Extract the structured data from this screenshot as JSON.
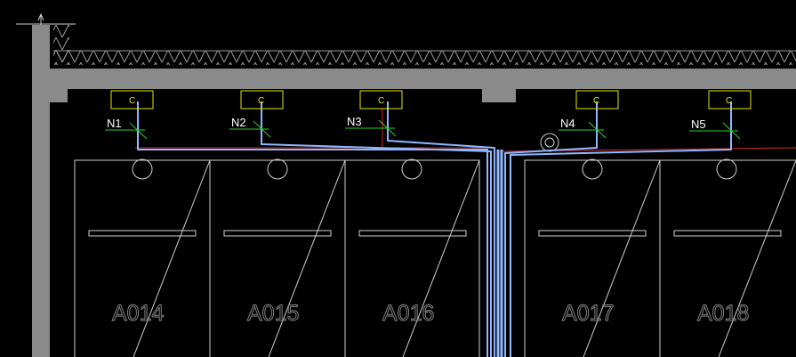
{
  "drawing": {
    "colors": {
      "background": "#000000",
      "wall": "#8a8a8a",
      "wiring": "#8fb8ff",
      "fixture": "#e6e600",
      "leader_green": "#2bd12b",
      "red_line": "#d42a2a",
      "linework": "#d0d0d0"
    },
    "fixtures": [
      {
        "letter": "C"
      },
      {
        "letter": "C"
      },
      {
        "letter": "C"
      },
      {
        "letter": "C"
      },
      {
        "letter": "C"
      }
    ],
    "circuits": [
      {
        "label": "N1"
      },
      {
        "label": "N2"
      },
      {
        "label": "N3"
      },
      {
        "label": "N4"
      },
      {
        "label": "N5"
      }
    ],
    "cabinets": [
      {
        "id": "A014"
      },
      {
        "id": "A015"
      },
      {
        "id": "A016"
      },
      {
        "id": "A017"
      },
      {
        "id": "A018"
      }
    ]
  }
}
